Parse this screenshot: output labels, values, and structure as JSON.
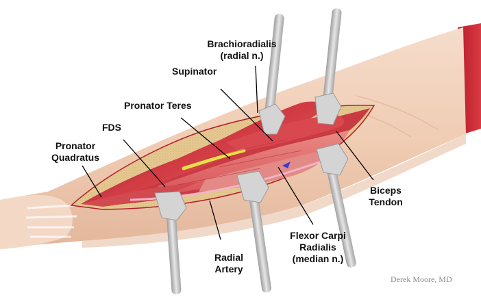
{
  "labels": {
    "brachioradialis": [
      "Brachioradialis",
      "(radial n.)"
    ],
    "supinator": "Supinator",
    "pronator_teres": "Pronator Teres",
    "fds": "FDS",
    "pronator_quadratus": [
      "Pronator",
      "Quadratus"
    ],
    "biceps_tendon": [
      "Biceps",
      "Tendon"
    ],
    "flexor_carpi_radialis": [
      "Flexor Carpi",
      "Radialis",
      "(median n.)"
    ],
    "radial_artery": [
      "Radial",
      "Artery"
    ]
  },
  "credit": "Derek Moore, MD",
  "colors": {
    "skin": "#f0cdb4",
    "skin_shadow": "#e2b49a",
    "muscle": "#cf3a42",
    "muscle_light": "#e06f6e",
    "muscle_dark": "#a8242c",
    "fat": "#e4c58e",
    "nerve": "#e8e04a",
    "retractor": "#c9c9c9",
    "incision_edge": "#b21e2a"
  }
}
